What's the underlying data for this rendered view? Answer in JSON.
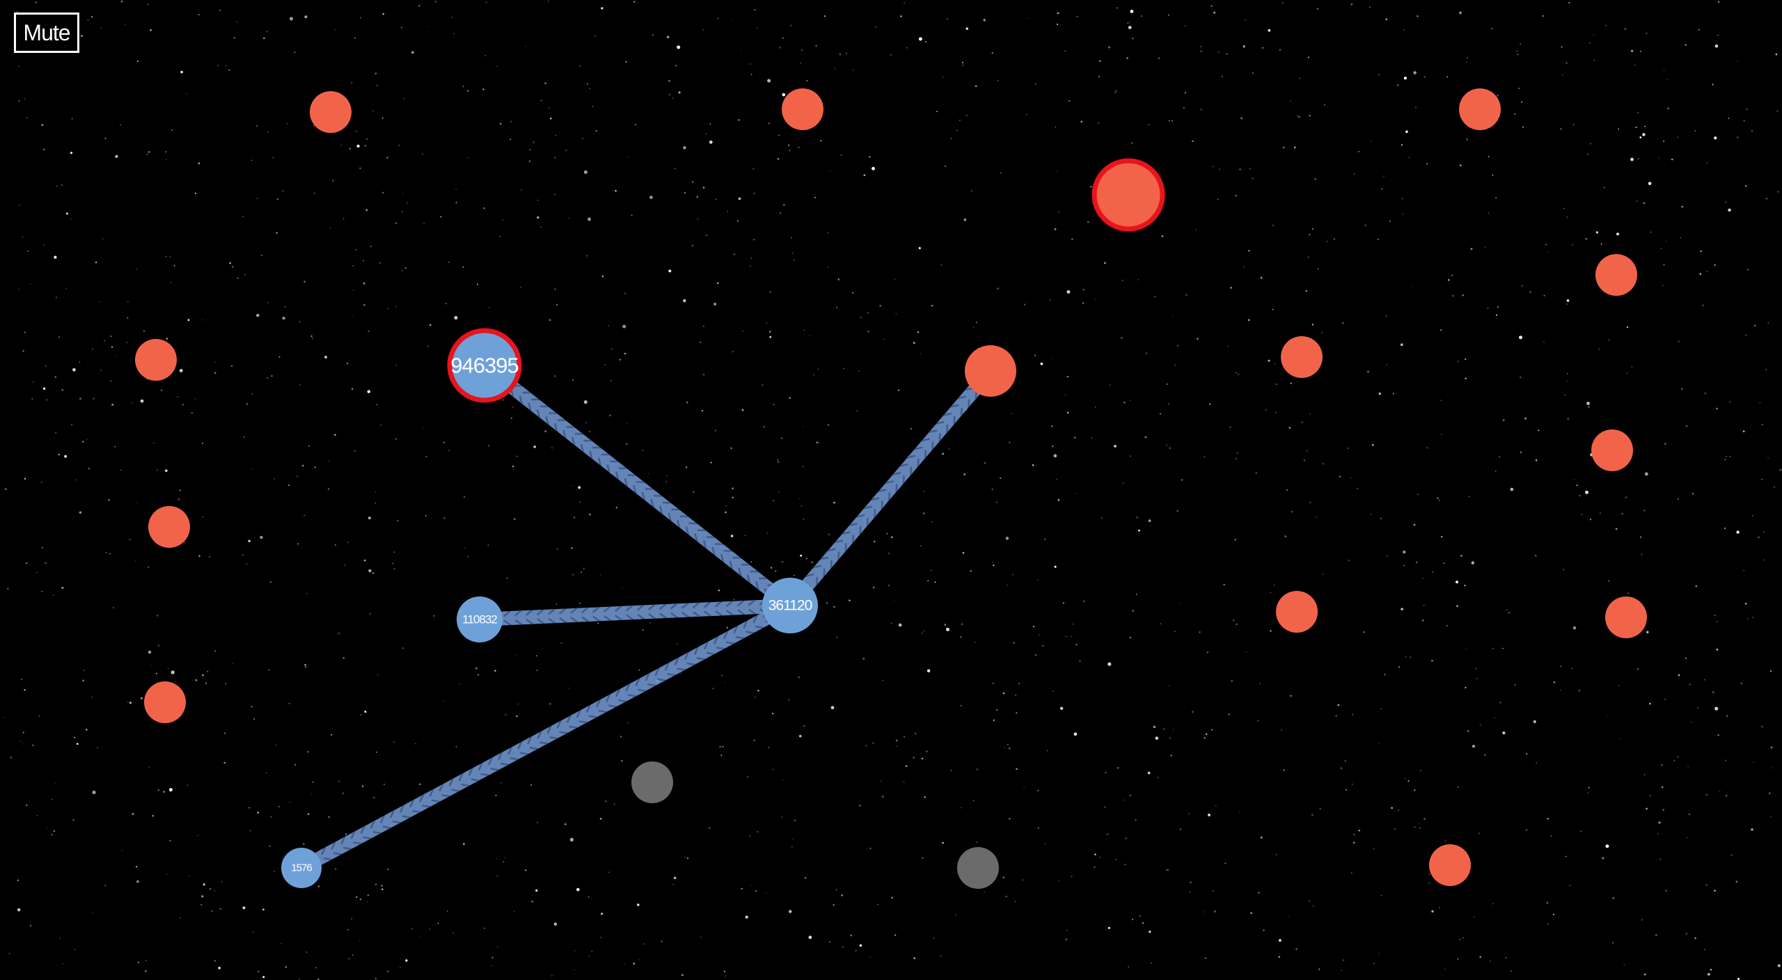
{
  "controls": {
    "mute_label": "Mute"
  },
  "colors": {
    "background": "#000000",
    "owned_planet": "#6fa1d9",
    "enemy_planet": "#f26449",
    "neutral_planet": "#6b6b6b",
    "selection_ring": "#e8141c",
    "route": "#6f93c9"
  },
  "planets": [
    {
      "id": "p-blue-946395",
      "owner": "player",
      "label": "946395",
      "selected": true
    },
    {
      "id": "p-blue-361120",
      "owner": "player",
      "label": "361120",
      "selected": false
    },
    {
      "id": "p-blue-110832",
      "owner": "player",
      "label": "110832",
      "selected": false
    },
    {
      "id": "p-blue-1576",
      "owner": "player",
      "label": "1576",
      "selected": false
    },
    {
      "id": "p-red-01",
      "owner": "enemy",
      "label": "",
      "selected": false
    },
    {
      "id": "p-red-02",
      "owner": "enemy",
      "label": "",
      "selected": false
    },
    {
      "id": "p-red-03",
      "owner": "enemy",
      "label": "",
      "selected": false
    },
    {
      "id": "p-red-04",
      "owner": "enemy",
      "label": "",
      "selected": true
    },
    {
      "id": "p-red-05",
      "owner": "enemy",
      "label": "",
      "selected": false
    },
    {
      "id": "p-red-06",
      "owner": "enemy",
      "label": "",
      "selected": false
    },
    {
      "id": "p-red-07",
      "owner": "enemy",
      "label": "",
      "selected": false
    },
    {
      "id": "p-red-08",
      "owner": "enemy",
      "label": "",
      "selected": false
    },
    {
      "id": "p-red-09",
      "owner": "enemy",
      "label": "",
      "selected": false
    },
    {
      "id": "p-red-10",
      "owner": "enemy",
      "label": "",
      "selected": false
    },
    {
      "id": "p-red-11",
      "owner": "enemy",
      "label": "",
      "selected": false
    },
    {
      "id": "p-red-12",
      "owner": "enemy",
      "label": "",
      "selected": false
    },
    {
      "id": "p-red-13",
      "owner": "enemy",
      "label": "",
      "selected": false
    },
    {
      "id": "p-red-14",
      "owner": "enemy",
      "label": "",
      "selected": false
    },
    {
      "id": "p-red-15",
      "owner": "enemy",
      "label": "",
      "selected": false
    },
    {
      "id": "p-gray-01",
      "owner": "neutral",
      "label": "",
      "selected": false
    },
    {
      "id": "p-gray-02",
      "owner": "neutral",
      "label": "",
      "selected": false
    }
  ],
  "routes": [
    {
      "from": "p-blue-946395",
      "to": "p-blue-361120"
    },
    {
      "from": "p-red-05",
      "to": "p-blue-361120"
    },
    {
      "from": "p-blue-110832",
      "to": "p-blue-361120"
    },
    {
      "from": "p-blue-1576",
      "to": "p-blue-361120"
    }
  ]
}
